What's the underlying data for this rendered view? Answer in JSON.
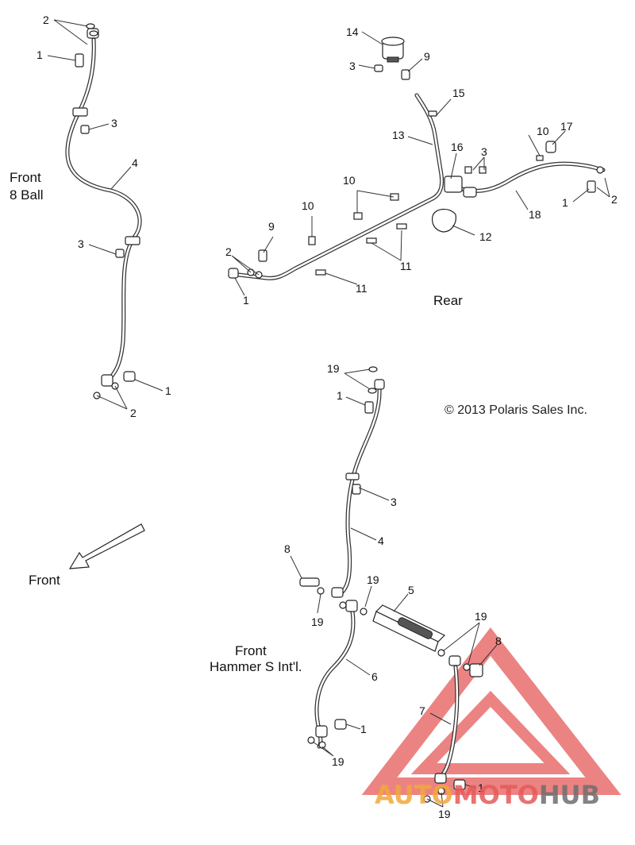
{
  "sections": {
    "front_8ball": [
      "Front",
      "8 Ball"
    ],
    "rear": "Rear",
    "front_hammer": [
      "Front",
      "Hammer S Int'l."
    ],
    "front_arrow": "Front"
  },
  "copyright": "© 2013 Polaris Sales Inc.",
  "watermark": {
    "part1": "AUTO",
    "part2": "MOTO",
    "part3": "HUB"
  },
  "colors": {
    "watermark_red": "#e65a5a",
    "watermark_orange": "#f2a83a",
    "watermark_gray": "#6e6e6e",
    "line": "#333333"
  },
  "callouts": {
    "a2": "2",
    "a1": "1",
    "a3": "3",
    "a4": "4",
    "a3b": "3",
    "a1b": "1",
    "a2b": "2",
    "r14": "14",
    "r3": "3",
    "r9": "9",
    "r15": "15",
    "r13": "13",
    "r16": "16",
    "r3b": "3",
    "r10": "10",
    "r17": "17",
    "r10b": "10",
    "r1": "1",
    "r2": "2",
    "r18": "18",
    "r12": "12",
    "r10c": "10",
    "r9b": "9",
    "r11": "11",
    "r2b": "2",
    "r11b": "11",
    "r1b": "1",
    "h19": "19",
    "h1": "1",
    "h3": "3",
    "h4": "4",
    "h8": "8",
    "h19b": "19",
    "h19c": "19",
    "h5": "5",
    "h19d": "19",
    "h8b": "8",
    "h6": "6",
    "h7": "7",
    "h1b": "1",
    "h19e": "19",
    "h1c": "1",
    "h19f": "19"
  }
}
